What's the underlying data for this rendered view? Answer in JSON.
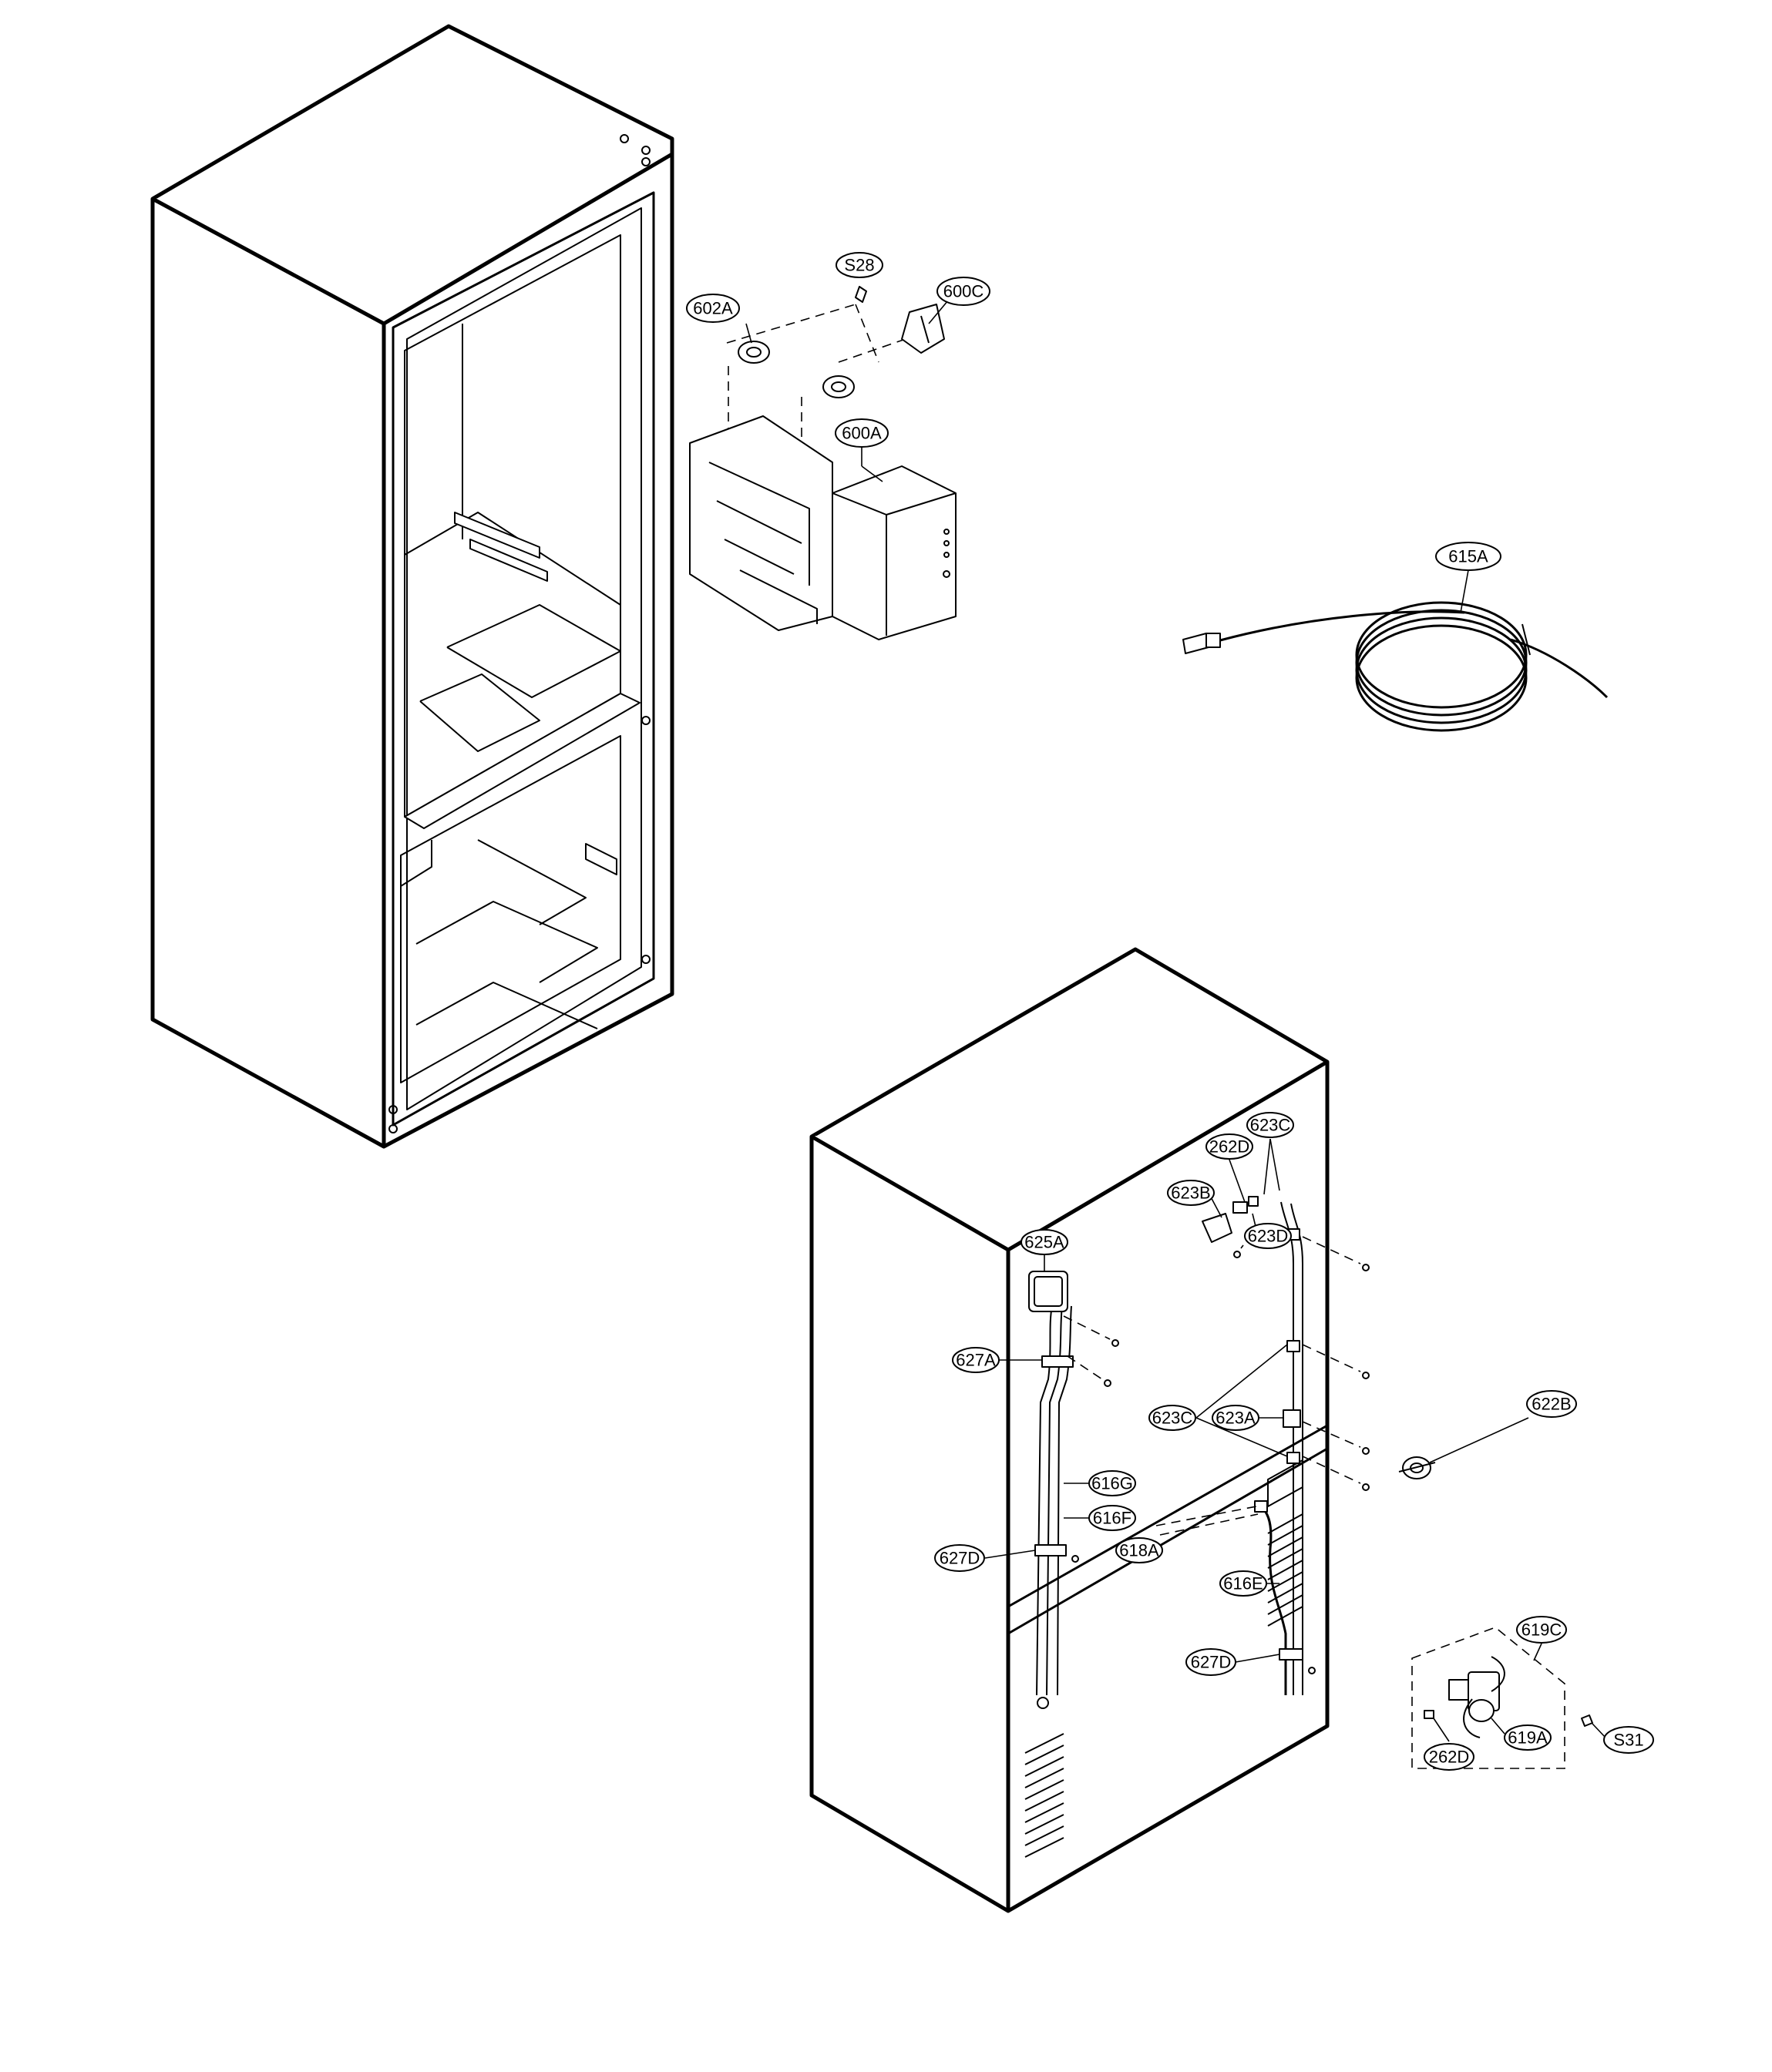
{
  "callouts": [
    {
      "label": "S28"
    },
    {
      "label": "602A"
    },
    {
      "label": "600C"
    },
    {
      "label": "600A"
    },
    {
      "label": "615A"
    },
    {
      "label": "623C"
    },
    {
      "label": "262D"
    },
    {
      "label": "623B"
    },
    {
      "label": "623D"
    },
    {
      "label": "625A"
    },
    {
      "label": "627A"
    },
    {
      "label": "623C"
    },
    {
      "label": "623A"
    },
    {
      "label": "622B"
    },
    {
      "label": "616G"
    },
    {
      "label": "616F"
    },
    {
      "label": "627D"
    },
    {
      "label": "618A"
    },
    {
      "label": "616E"
    },
    {
      "label": "627D"
    },
    {
      "label": "619C"
    },
    {
      "label": "619A"
    },
    {
      "label": "S31"
    },
    {
      "label": "262D"
    }
  ]
}
